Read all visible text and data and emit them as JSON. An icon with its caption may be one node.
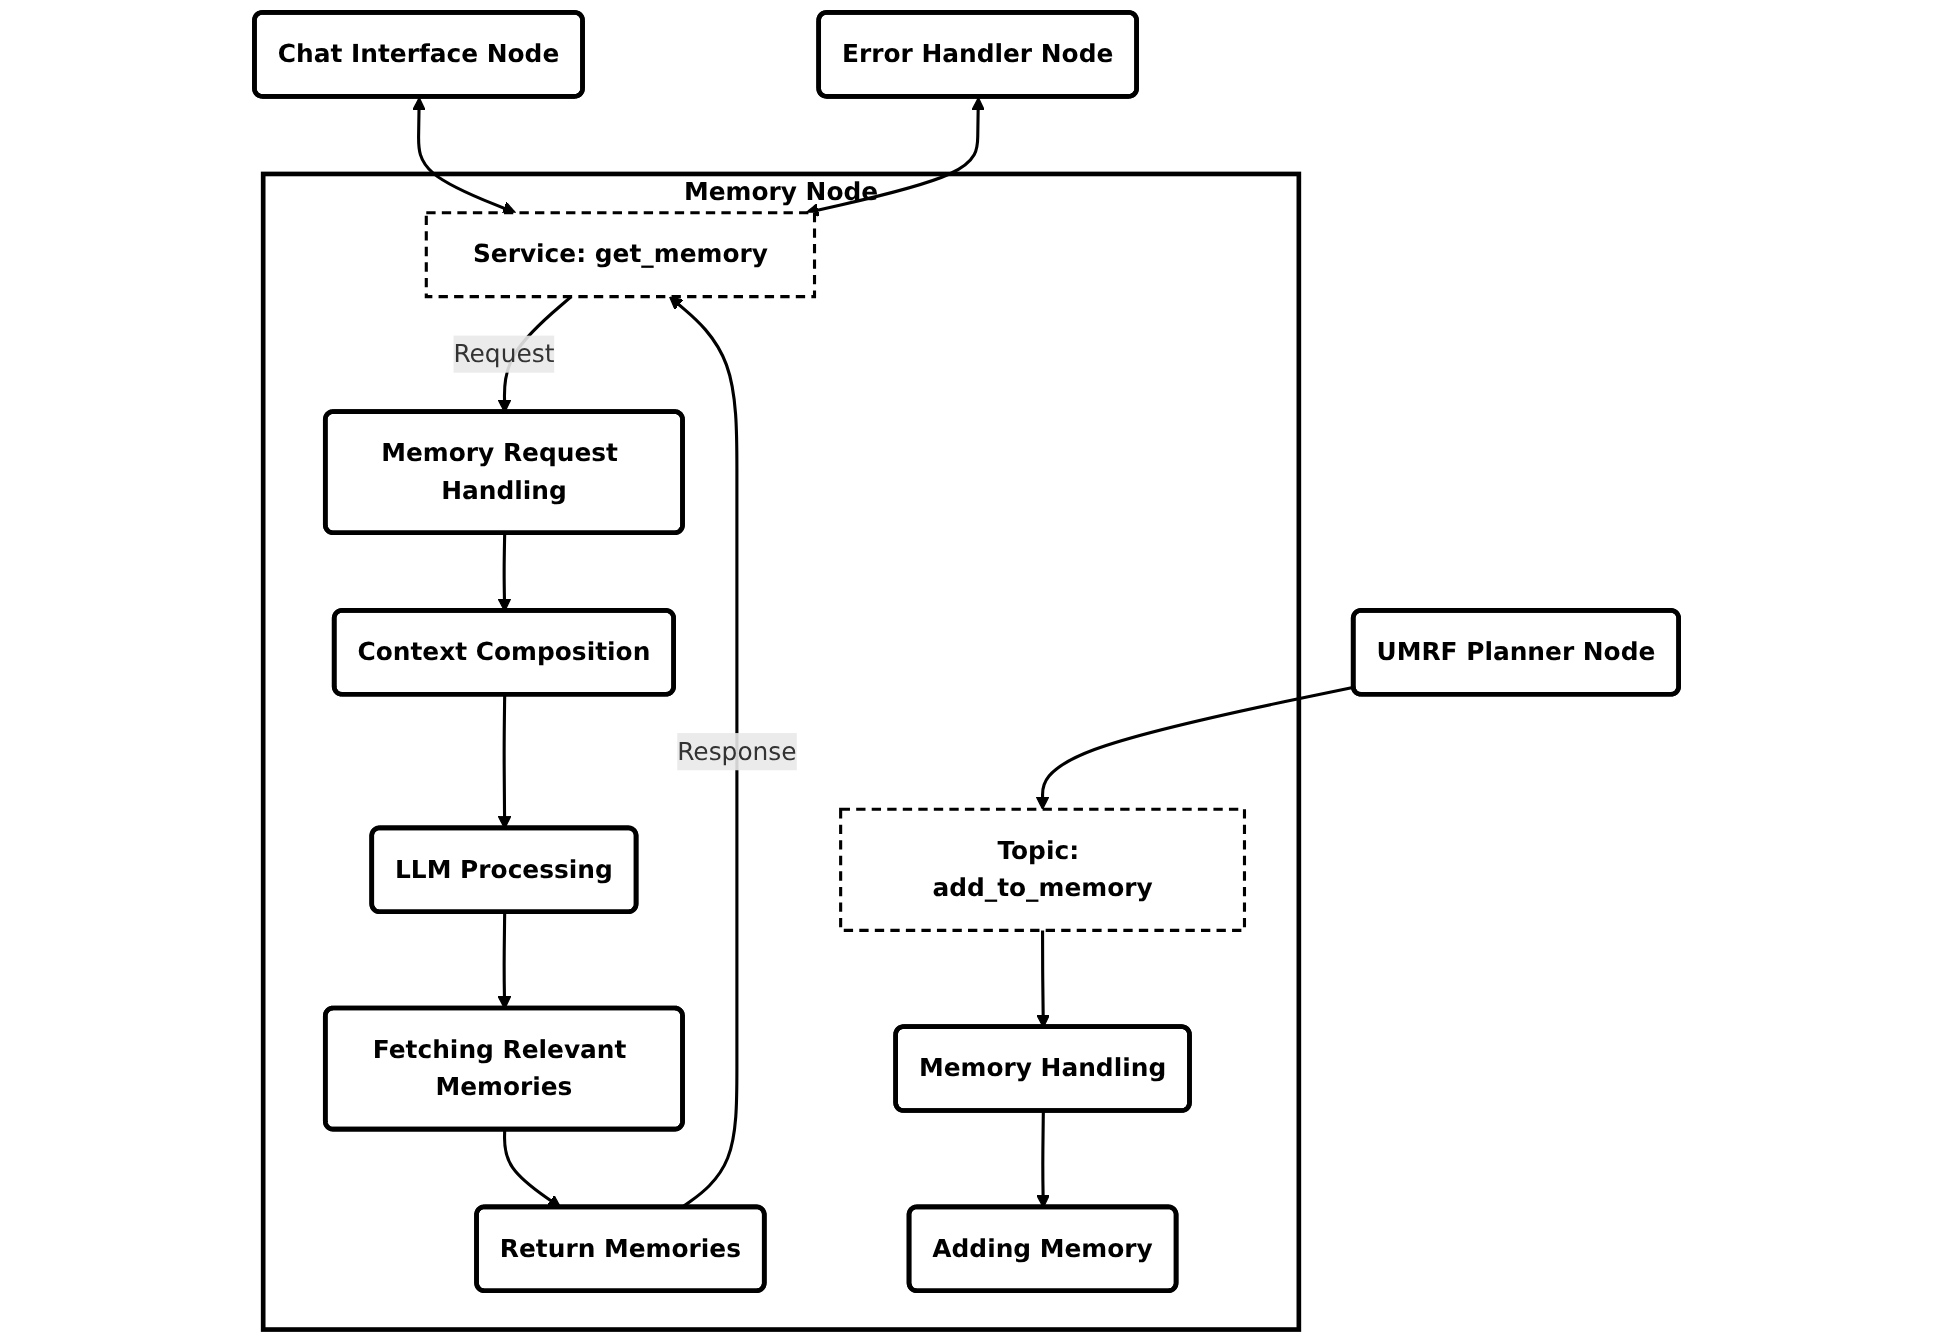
{
  "diagram": {
    "nodes": [
      {
        "text": [
          "Chat Interface Node"
        ]
      },
      {
        "text": [
          "Error Handler Node"
        ]
      },
      {
        "text": [
          "UMRF Planner Node"
        ]
      },
      {
        "text": [
          "Memory Node"
        ]
      },
      {
        "text": [
          "Service: get_memory"
        ],
        "in": 3
      },
      {
        "text": [
          "Memory Request Handling"
        ],
        "in": 3
      },
      {
        "text": [
          "Context Composition"
        ],
        "in": 3
      },
      {
        "text": [
          "LLM Processing"
        ],
        "in": 3
      },
      {
        "text": [
          "Fetching Relevant Memories"
        ],
        "in": 3
      },
      {
        "text": [
          "Return Memories"
        ],
        "in": 3
      },
      {
        "text": [
          "Topic: add_to_memory"
        ],
        "in": 3
      },
      {
        "text": [
          "Memory Handling"
        ],
        "in": 3
      },
      {
        "text": [
          "Adding Memory"
        ],
        "in": 3
      }
    ],
    "edges": [
      {
        "from": 0,
        "to": 4,
        "arrow": "both"
      },
      {
        "from": 1,
        "to": 4,
        "arrow": "both"
      },
      {
        "from": 2,
        "to": 10,
        "arrow": "to"
      },
      {
        "from": 4,
        "to": 5,
        "arrow": "to",
        "label": "Request"
      },
      {
        "from": 5,
        "to": 6,
        "arrow": "to"
      },
      {
        "from": 6,
        "to": 7,
        "arrow": "to"
      },
      {
        "from": 7,
        "to": 8,
        "arrow": "to"
      },
      {
        "from": 8,
        "to": 9,
        "arrow": "to"
      },
      {
        "from": 9,
        "to": 4,
        "arrow": "to",
        "label": "Response"
      },
      {
        "from": 10,
        "to": 11,
        "arrow": "to"
      },
      {
        "from": 11,
        "to": 12,
        "arrow": "to"
      }
    ]
  }
}
